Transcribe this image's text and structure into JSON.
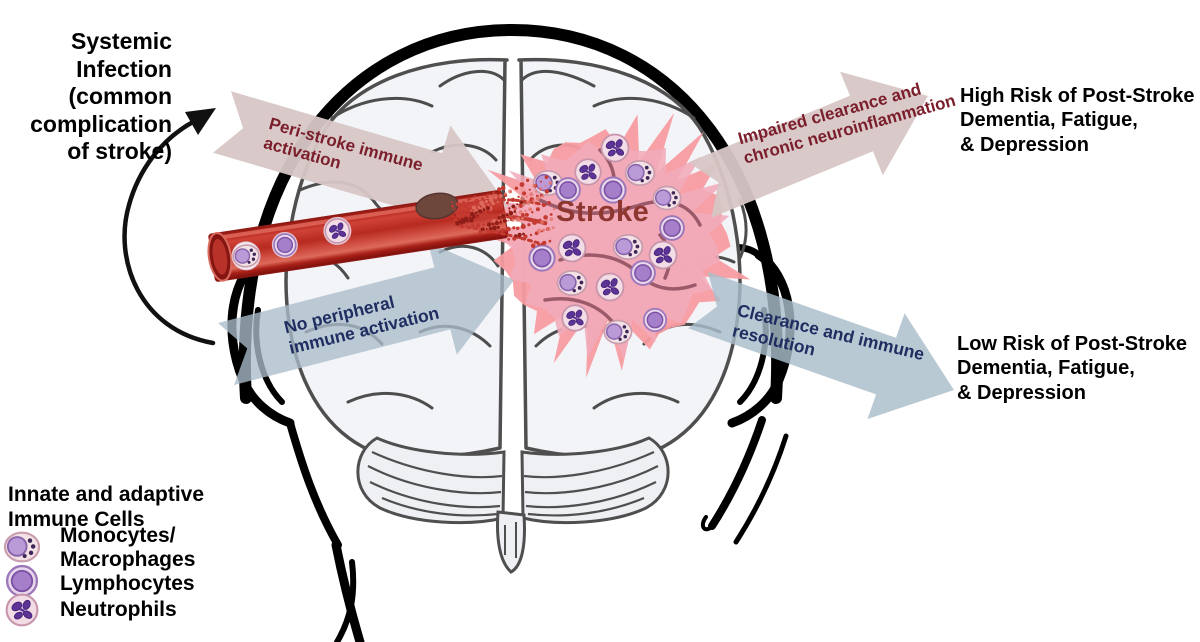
{
  "figure": {
    "systemic_infection_note": "Systemic\nInfection\n(common\ncomplication\nof stroke)",
    "stroke_label": "Stroke",
    "outcome_high": "High Risk of Post-Stroke\nDementia, Fatigue,\n& Depression",
    "outcome_low": "Low Risk of Post-Stroke\nDementia, Fatigue,\n& Depression"
  },
  "pathways": {
    "infection": {
      "into_brain": "Peri-stroke immune\nactivation",
      "out_of_brain": "Impaired clearance and\nchronic neuroinflammation"
    },
    "no_infection": {
      "into_brain": "No peripheral\nimmune activation",
      "out_of_brain": "Clearance and immune\nresolution"
    }
  },
  "legend": {
    "title": "Innate and adaptive\nImmune Cells",
    "items": [
      {
        "label": "Monocytes/\nMacrophages",
        "icon": "monocyte-icon"
      },
      {
        "label": "Lymphocytes",
        "icon": "lymphocyte-icon"
      },
      {
        "label": "Neutrophils",
        "icon": "neutrophil-icon"
      }
    ]
  },
  "colors": {
    "infection_arrow": "#d7c6c5",
    "resolution_arrow": "#a9bdca",
    "infection_text": "#7b1e2b",
    "resolution_text": "#1f2d61",
    "stroke_region": "#f3abbb",
    "stroke_spikes": "#f79ba0",
    "stroke_text": "#8e3731",
    "vessel_red": "#c23028",
    "outline_black": "#000000"
  }
}
